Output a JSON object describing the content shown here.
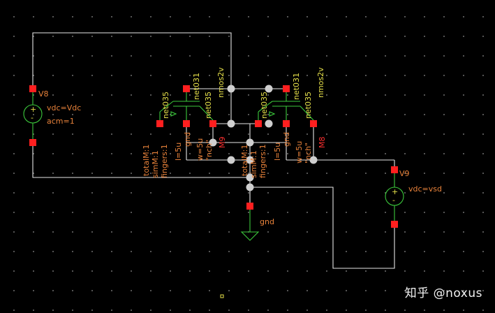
{
  "watermark": "知乎 @noxus",
  "sources": {
    "v8": {
      "name": "V8",
      "line1": "vdc=Vdc",
      "line2": "acm=1"
    },
    "v9": {
      "name": "V9",
      "line1": "vdc=vsd"
    }
  },
  "ground": {
    "label": "gnd"
  },
  "transistor_left": {
    "name": "M9",
    "model": "nmos2v",
    "drain_net": "net031",
    "gate_net": "net035",
    "source_net": "net035",
    "w": "w=5u",
    "l": "l=5u",
    "model_quoted": "\"nch\"",
    "body": "gnd",
    "total_m": "totalM:1",
    "sim_m": "simM:1",
    "fingers": "fingers:1"
  },
  "transistor_right": {
    "name": "M8",
    "model": "nmos2v",
    "drain_net": "net031",
    "gate_net": "net035",
    "source_net": "net035",
    "w": "w=5u",
    "l": "l=5u",
    "model_quoted": "\"nch\"",
    "body": "gnd",
    "total_m": "totalM:1",
    "sim_m": "simM:1",
    "fingers": "fingers:1"
  },
  "colors": {
    "background": "#000000",
    "wire": "#e6e6e6",
    "pin": "#ff1f1f",
    "device": "#3cc93c",
    "label": "#e8823a",
    "net_label": "#e6e04a"
  }
}
